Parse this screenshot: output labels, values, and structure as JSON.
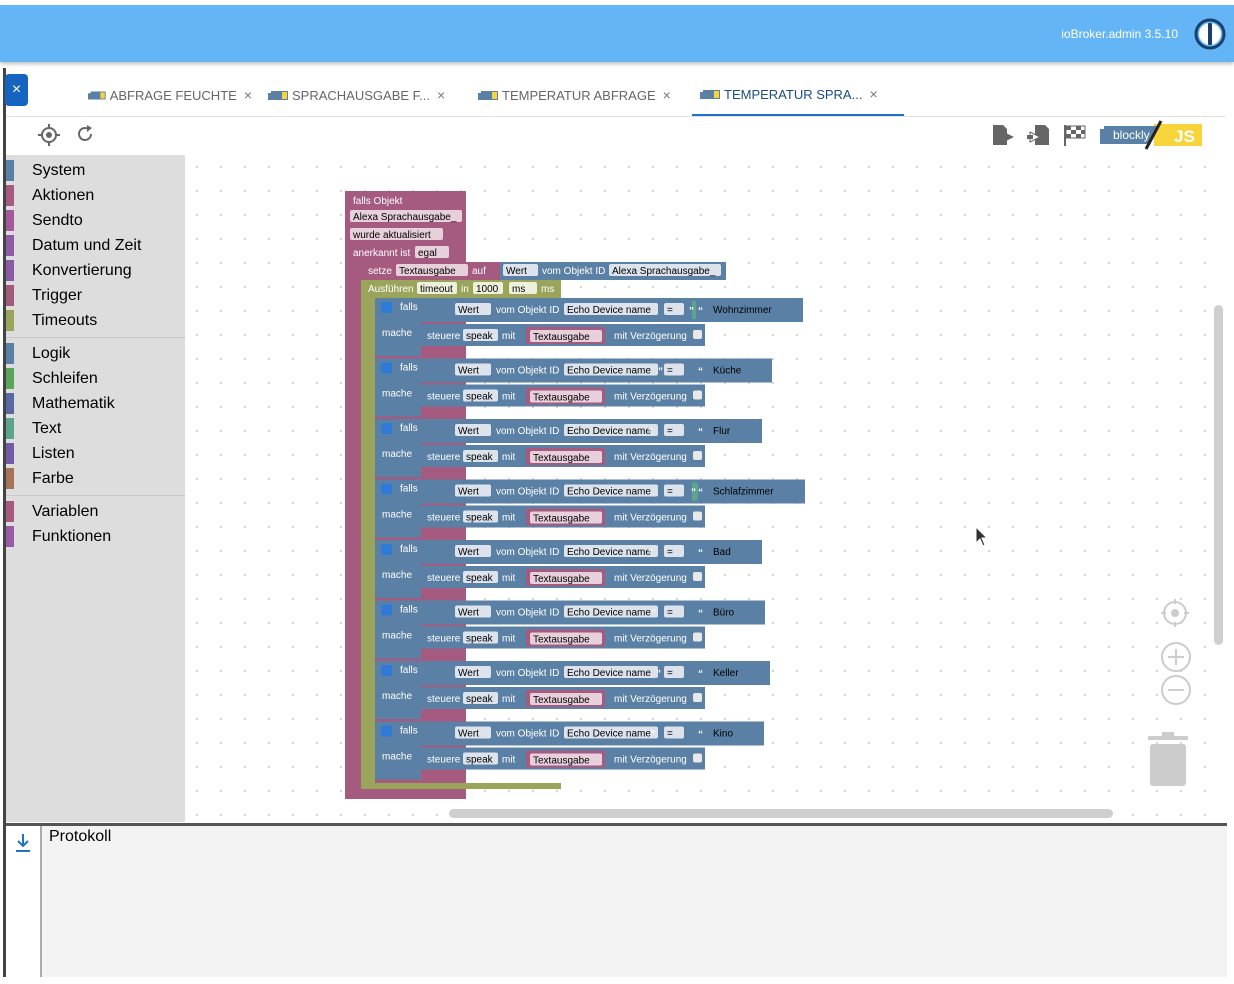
{
  "app": {
    "title": "ioBroker.admin 3.5.10"
  },
  "tabs": [
    {
      "label": "ABFRAGE FEUCHTE",
      "active": false
    },
    {
      "label": "SPRACHAUSGABE F...",
      "active": false
    },
    {
      "label": "TEMPERATUR ABFRAGE",
      "active": false
    },
    {
      "label": "TEMPERATUR SPRA...",
      "active": true
    }
  ],
  "tab_close_glyph": "×",
  "close_all_glyph": "×",
  "toolbar": {
    "left_icons": [
      "locate-icon",
      "refresh-icon"
    ],
    "right_icons": [
      "export-icon",
      "import-icon",
      "checkered-flag-icon"
    ],
    "blockly_label": "blockly",
    "js_label": "JS"
  },
  "categories": [
    {
      "label": "System",
      "color": "#5b80a5"
    },
    {
      "label": "Aktionen",
      "color": "#a55b80"
    },
    {
      "label": "Sendto",
      "color": "#a5599a"
    },
    {
      "label": "Datum und Zeit",
      "color": "#8e5ba5"
    },
    {
      "label": "Konvertierung",
      "color": "#8a5ba5"
    },
    {
      "label": "Trigger",
      "color": "#a5597b"
    },
    {
      "label": "Timeouts",
      "color": "#9aa55b"
    },
    {
      "separator": true
    },
    {
      "label": "Logik",
      "color": "#5b80a5"
    },
    {
      "label": "Schleifen",
      "color": "#5ba55b"
    },
    {
      "label": "Mathematik",
      "color": "#5b67a5"
    },
    {
      "label": "Text",
      "color": "#5ba58c"
    },
    {
      "label": "Listen",
      "color": "#745ba5"
    },
    {
      "label": "Farbe",
      "color": "#a5745b"
    },
    {
      "separator": true
    },
    {
      "label": "Variablen",
      "color": "#a55b80"
    },
    {
      "label": "Funktionen",
      "color": "#995ba5"
    }
  ],
  "blocks": {
    "trigger": {
      "header": "falls Objekt",
      "object": "Alexa Sprachausgabe_",
      "condition": "wurde aktualisiert",
      "ack_label": "anerkannt ist",
      "ack_value": "egal"
    },
    "setze": {
      "label": "setze",
      "var": "Textausgabe",
      "auf": "auf",
      "wert": "Wert",
      "vom": "vom Objekt ID",
      "object": "Alexa Sprachausgabe_"
    },
    "timeout": {
      "label": "Ausführen",
      "name": "timeout",
      "in": "in",
      "value": "1000",
      "unit_select": "ms",
      "unit": "ms"
    },
    "if_labels": {
      "falls": "falls",
      "mache": "mache",
      "wert": "Wert",
      "vom": "vom Objekt ID",
      "device": "Echo Device name",
      "op": "=",
      "steuere": "steuere",
      "speak": "speak",
      "mit": "mit",
      "var": "Textausgabe",
      "delay": "mit Verzögerung"
    },
    "rooms": [
      "Wohnzimmer",
      "Küche",
      "Flur",
      "Schlafzimmer",
      "Bad",
      "Büro",
      "Keller",
      "Kino"
    ]
  },
  "log": {
    "title": "Protokoll"
  },
  "colors": {
    "header": "#64b5f6",
    "accent": "#1e74c4",
    "trigger_block": "#a55b80",
    "timeout_block": "#9aa55b",
    "logic_block": "#5b80a5",
    "text_block": "#5ba58c",
    "var_block": "#a55b80"
  }
}
